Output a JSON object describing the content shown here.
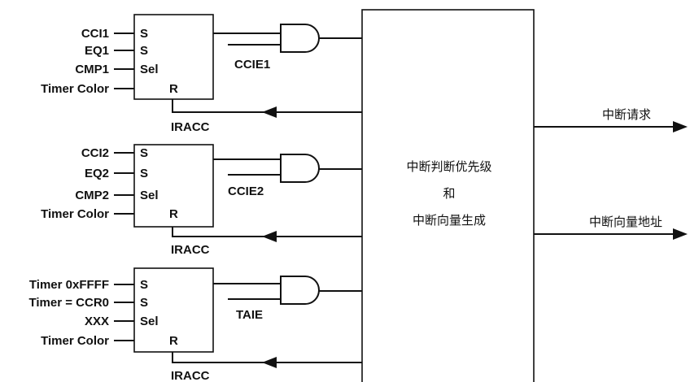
{
  "blocks": [
    {
      "inputs": [
        "CCI1",
        "EQ1",
        "CMP1",
        "Timer Color"
      ],
      "pins": [
        "S",
        "S",
        "Sel",
        "R"
      ],
      "enable_label": "CCIE1",
      "feedback_label": "IRACC"
    },
    {
      "inputs": [
        "CCI2",
        "EQ2",
        "CMP2",
        "Timer Color"
      ],
      "pins": [
        "S",
        "S",
        "Sel",
        "R"
      ],
      "enable_label": "CCIE2",
      "feedback_label": "IRACC"
    },
    {
      "inputs": [
        "Timer 0xFFFF",
        "Timer = CCR0",
        "XXX",
        "Timer Color"
      ],
      "pins": [
        "S",
        "S",
        "Sel",
        "R"
      ],
      "enable_label": "TAIE",
      "feedback_label": "IRACC"
    }
  ],
  "central_block": {
    "line1": "中断判断优先级",
    "line2": "和",
    "line3": "中断向量生成"
  },
  "outputs": {
    "request": "中断请求",
    "vector_address": "中断向量地址"
  }
}
